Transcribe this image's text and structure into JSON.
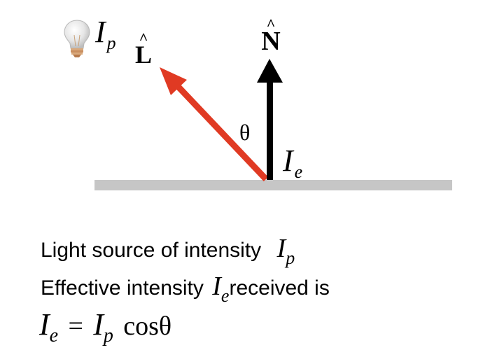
{
  "diagram": {
    "source_symbol": "I",
    "source_sub": "p",
    "light_vector": "L",
    "light_hat": "^",
    "normal_vector": "N",
    "normal_hat": "^",
    "angle": "θ",
    "effective_symbol": "I",
    "effective_sub": "e",
    "colors": {
      "light_arrow": "#e03a23",
      "normal_arrow": "#000000",
      "surface": "#c6c6c6",
      "bulb": "#d6d6d6"
    }
  },
  "text": {
    "line1_text": "Light source of intensity",
    "line1_sym": "I",
    "line1_sub": "p",
    "line2_text_a": "Effective intensity",
    "line2_sym": "I",
    "line2_sub": "e",
    "line2_text_b": "received is",
    "eq_lhs_sym": "I",
    "eq_lhs_sub": "e",
    "eq_equals": "=",
    "eq_rhs_sym": "I",
    "eq_rhs_sub": "p",
    "eq_cos": "cos",
    "eq_theta": "θ"
  }
}
